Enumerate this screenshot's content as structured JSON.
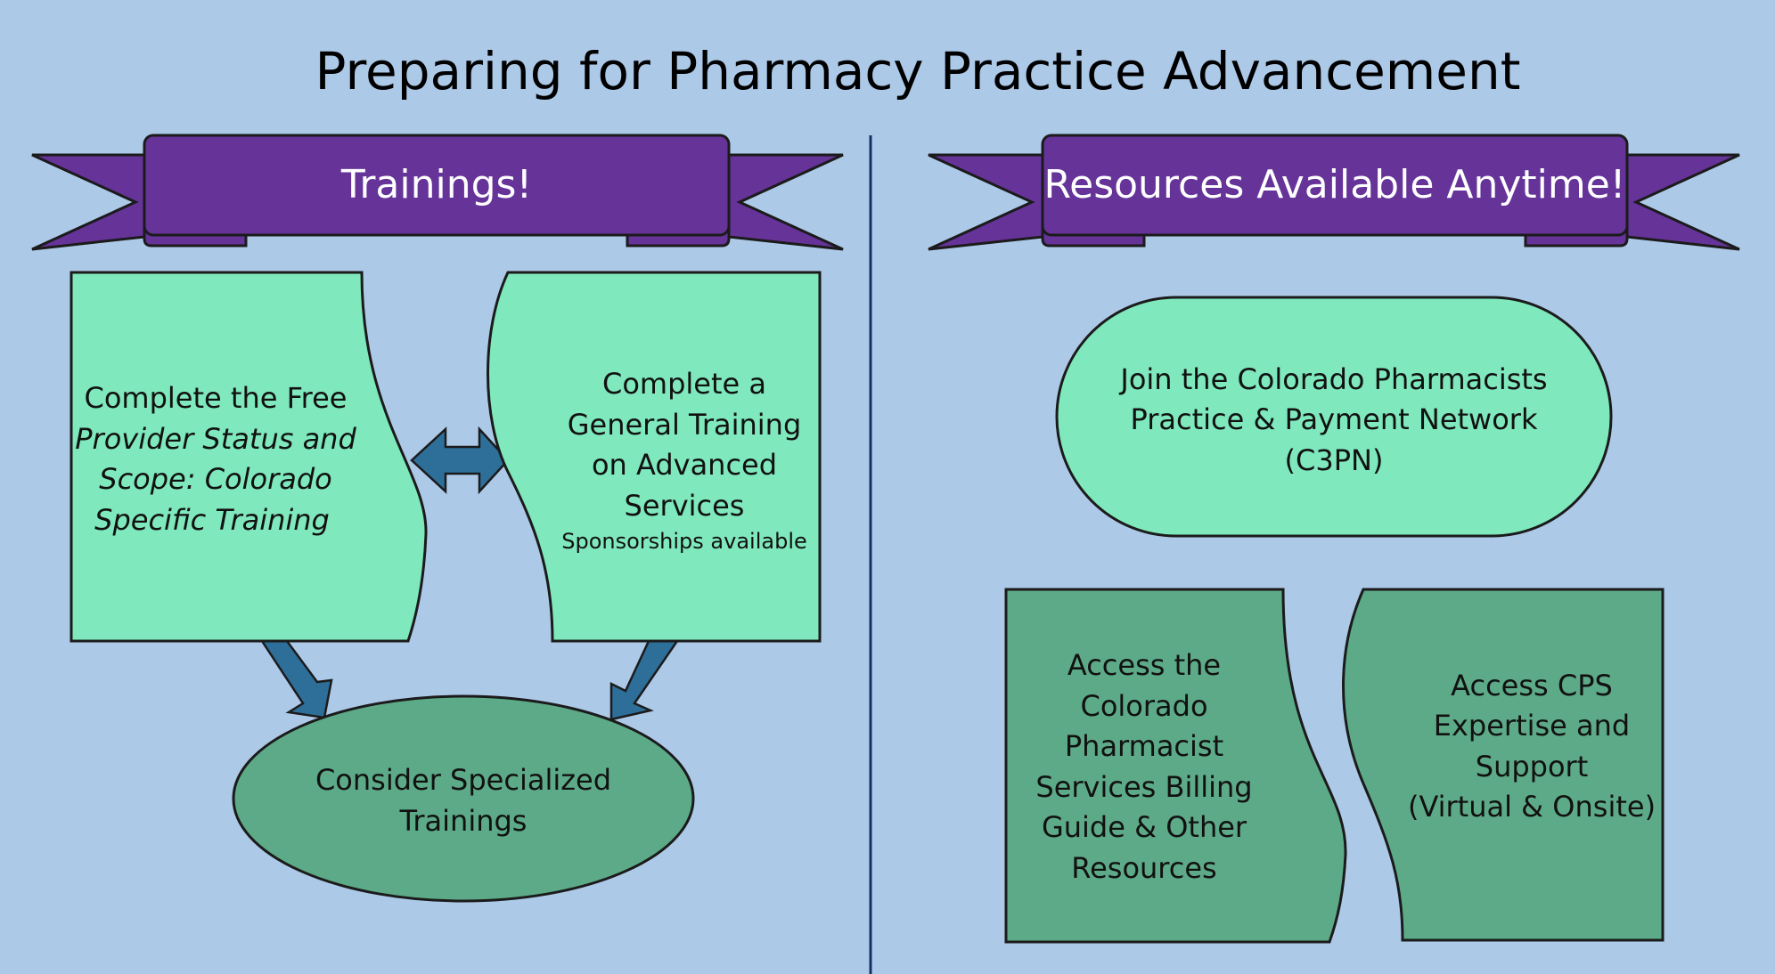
{
  "title": "Preparing for Pharmacy Practice Advancement",
  "colors": {
    "background": "#adc9e8",
    "banner": "#663399",
    "light_green": "#7fe8bd",
    "dark_green": "#5daa88",
    "arrow": "#2e6f9a",
    "divider": "#1a2e66"
  },
  "left": {
    "banner": "Trainings!",
    "box1": {
      "line1": "Complete the Free",
      "line2": "Provider Status and",
      "line3": "Scope: Colorado",
      "line4": "Specific Training"
    },
    "box2": {
      "line1": "Complete a",
      "line2": "General Training",
      "line3": "on Advanced",
      "line4": "Services",
      "note": "Sponsorships available"
    },
    "ellipse": {
      "line1": "Consider Specialized",
      "line2": "Trainings"
    }
  },
  "right": {
    "banner": "Resources Available Anytime!",
    "pill": {
      "line1": "Join the Colorado Pharmacists",
      "line2": "Practice & Payment Network",
      "line3": "(C3PN)"
    },
    "box3": {
      "line1": "Access the",
      "line2": "Colorado",
      "line3": "Pharmacist",
      "line4": "Services Billing",
      "line5": "Guide & Other",
      "line6": "Resources"
    },
    "box4": {
      "line1": "Access CPS",
      "line2": "Expertise and",
      "line3": "Support",
      "line4": "(Virtual & Onsite)"
    }
  }
}
